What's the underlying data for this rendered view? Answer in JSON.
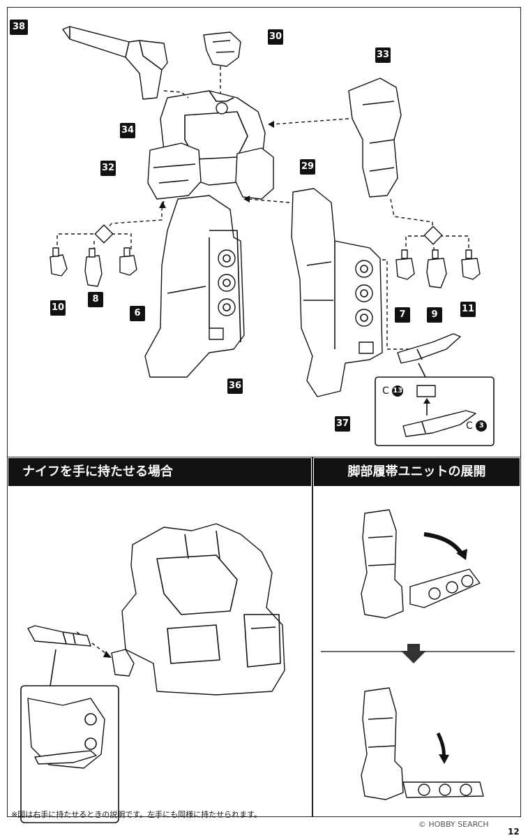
{
  "step": {
    "number": "38"
  },
  "parts": {
    "p30": "30",
    "p33": "33",
    "p34": "34",
    "p32": "32",
    "p29": "29",
    "p10": "10",
    "p8": "8",
    "p6": "6",
    "p7": "7",
    "p9": "9",
    "p11": "11",
    "p36": "36",
    "p37": "37"
  },
  "knife_detail": {
    "c_label": "C",
    "c13": "13",
    "c3": "3"
  },
  "section_left": {
    "title": "ナイフを手に持たせる場合"
  },
  "section_right": {
    "title": "脚部履帯ユニットの展開"
  },
  "footnote": "※図は右手に持たせるときの説明です。左手にも同様に持たせられます。",
  "watermark": "© HOBBY SEARCH",
  "page_number": "12"
}
